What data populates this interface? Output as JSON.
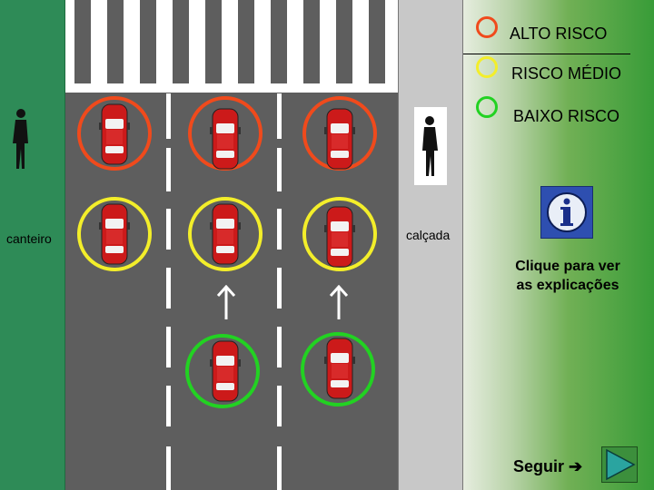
{
  "legend": {
    "high_risk": "ALTO RISCO",
    "medium_risk": "RISCO MÉDIO",
    "low_risk": "BAIXO RISCO"
  },
  "labels": {
    "median": "canteiro",
    "sidewalk": "calçada"
  },
  "instruction": {
    "line1": "Clique para ver",
    "line2": "as explicações"
  },
  "next_label": "Seguir",
  "colors": {
    "high_risk": "#f04a1c",
    "medium_risk": "#f3ee2a",
    "low_risk": "#22d222",
    "car": "#cc1a1a",
    "road": "#5e5e5e",
    "median": "#2e8b57"
  },
  "icons": {
    "info": "info-icon",
    "next": "play-triangle-icon",
    "next_arrow": "arrow-right-icon",
    "lane_arrow": "arrow-up-icon",
    "pedestrian": "pedestrian-icon",
    "car": "car-icon"
  }
}
